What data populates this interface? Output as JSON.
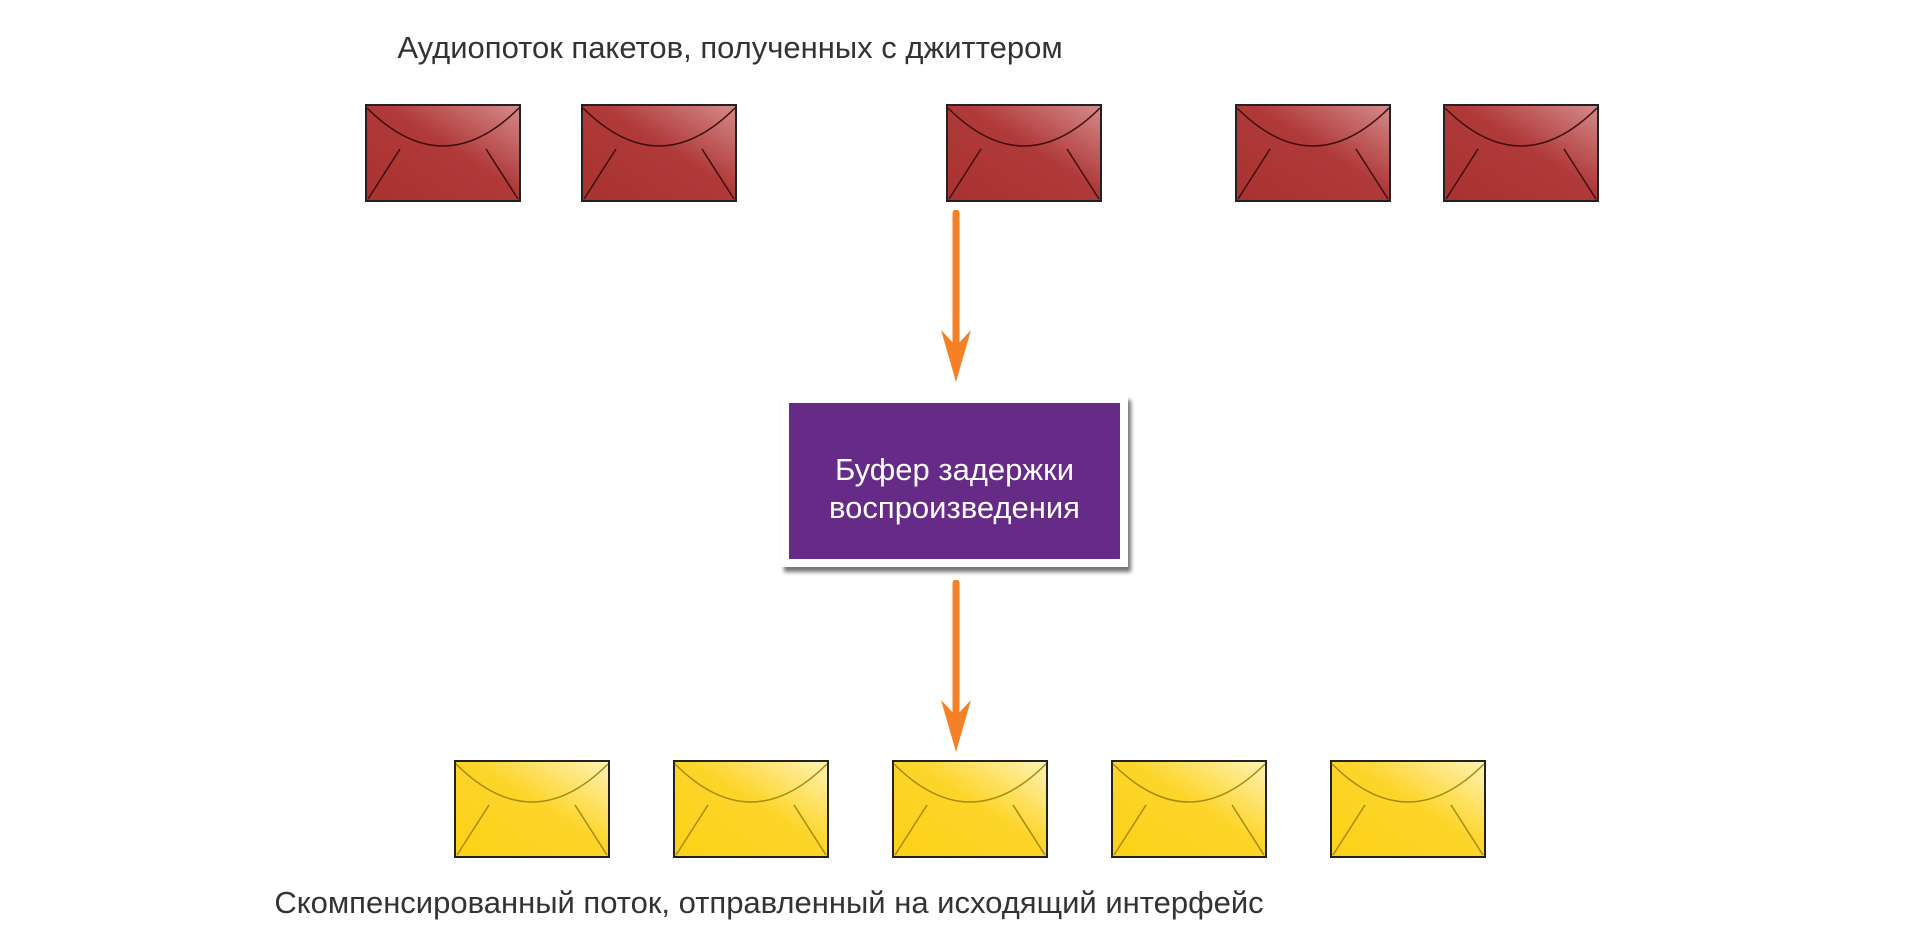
{
  "top_caption": "Аудиопоток пакетов, полученных с джиттером",
  "buffer": {
    "label": "Буфер задержки\nвоспроизведения"
  },
  "bottom_caption": "Скомпенсированный поток, отправленный на исходящий интерфейс",
  "colors": {
    "jitter_packet": "#a93231",
    "compensated_packet": "#fcd116",
    "buffer_fill": "#652b87",
    "arrow": "#f58025",
    "text": "#333333"
  },
  "icons": {
    "packet": "envelope-icon",
    "flow": "arrow-down-icon"
  },
  "counts": {
    "jitter_packets": 5,
    "compensated_packets": 5
  }
}
